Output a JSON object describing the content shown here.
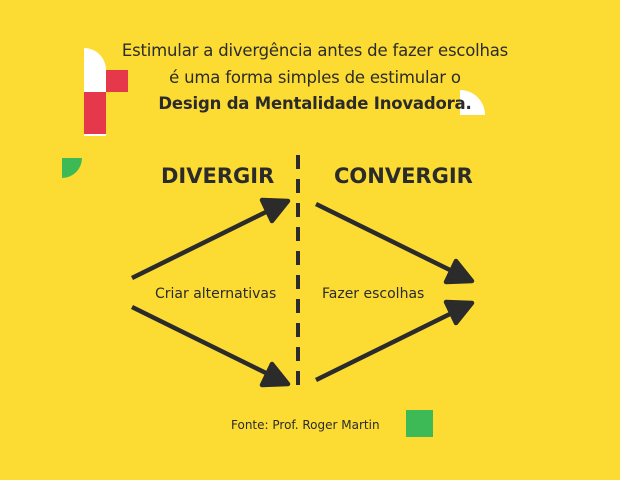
{
  "headline": {
    "line1": "Estimular a divergência antes de fazer escolhas",
    "line2": "é uma forma simples de estimular o",
    "line3": "Design da Mentalidade Inovadora."
  },
  "diagram": {
    "left_heading": "DIVERGIR",
    "right_heading": "CONVERGIR",
    "left_label": "Criar alternativas",
    "right_label": "Fazer escolhas"
  },
  "source": "Fonte: Prof. Roger Martin",
  "colors": {
    "background": "#fcdc32",
    "ink": "#2b2b2b",
    "red": "#e5384a",
    "green": "#3dba55",
    "white": "#ffffff"
  }
}
